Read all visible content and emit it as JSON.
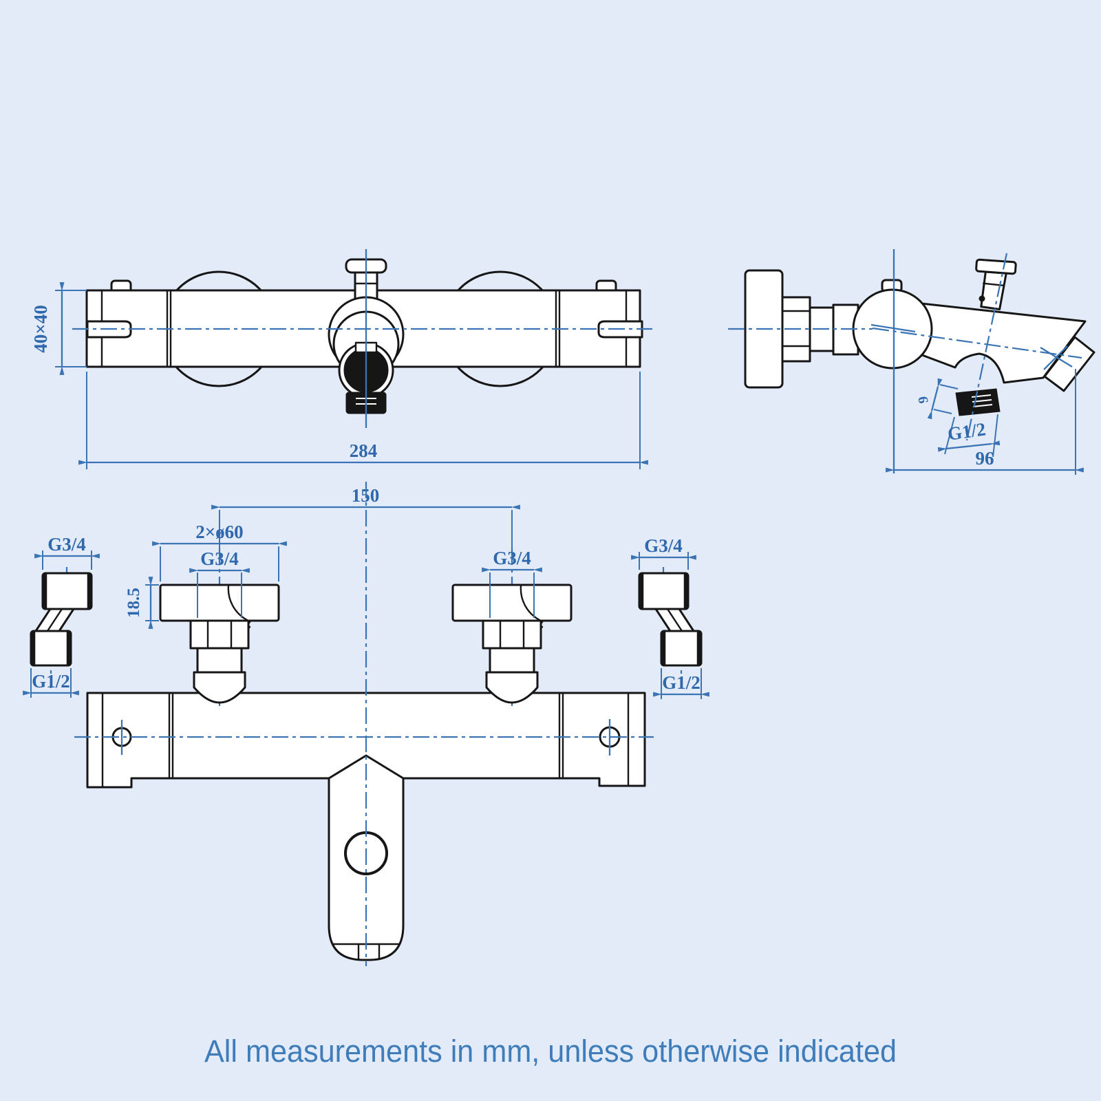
{
  "document": {
    "type": "technical-dimension-drawing",
    "subject": "thermostatic bar shower / bath mixer valve",
    "units": "mm"
  },
  "colors": {
    "background": "#e2ebf7",
    "object_line": "#161616",
    "dimension_line": "#3a74b4",
    "dimension_text": "#2f68ac",
    "note_text": "#3e7cba"
  },
  "labels": {
    "front": {
      "height": "40×40",
      "width": "284"
    },
    "side": {
      "thread_length": "9",
      "outlet_thread": "G1/2",
      "depth": "96"
    },
    "install": {
      "centres": "150",
      "escutcheon": "2×ø60",
      "union_left": "G3/4",
      "union_right": "G3/4",
      "plate_thickness": "18.5",
      "adapter_left_top": "G3/4",
      "adapter_left_bottom": "G1/2",
      "adapter_right_top": "G3/4",
      "adapter_right_bottom": "G1/2"
    },
    "note": "All measurements in mm, unless otherwise indicated"
  }
}
